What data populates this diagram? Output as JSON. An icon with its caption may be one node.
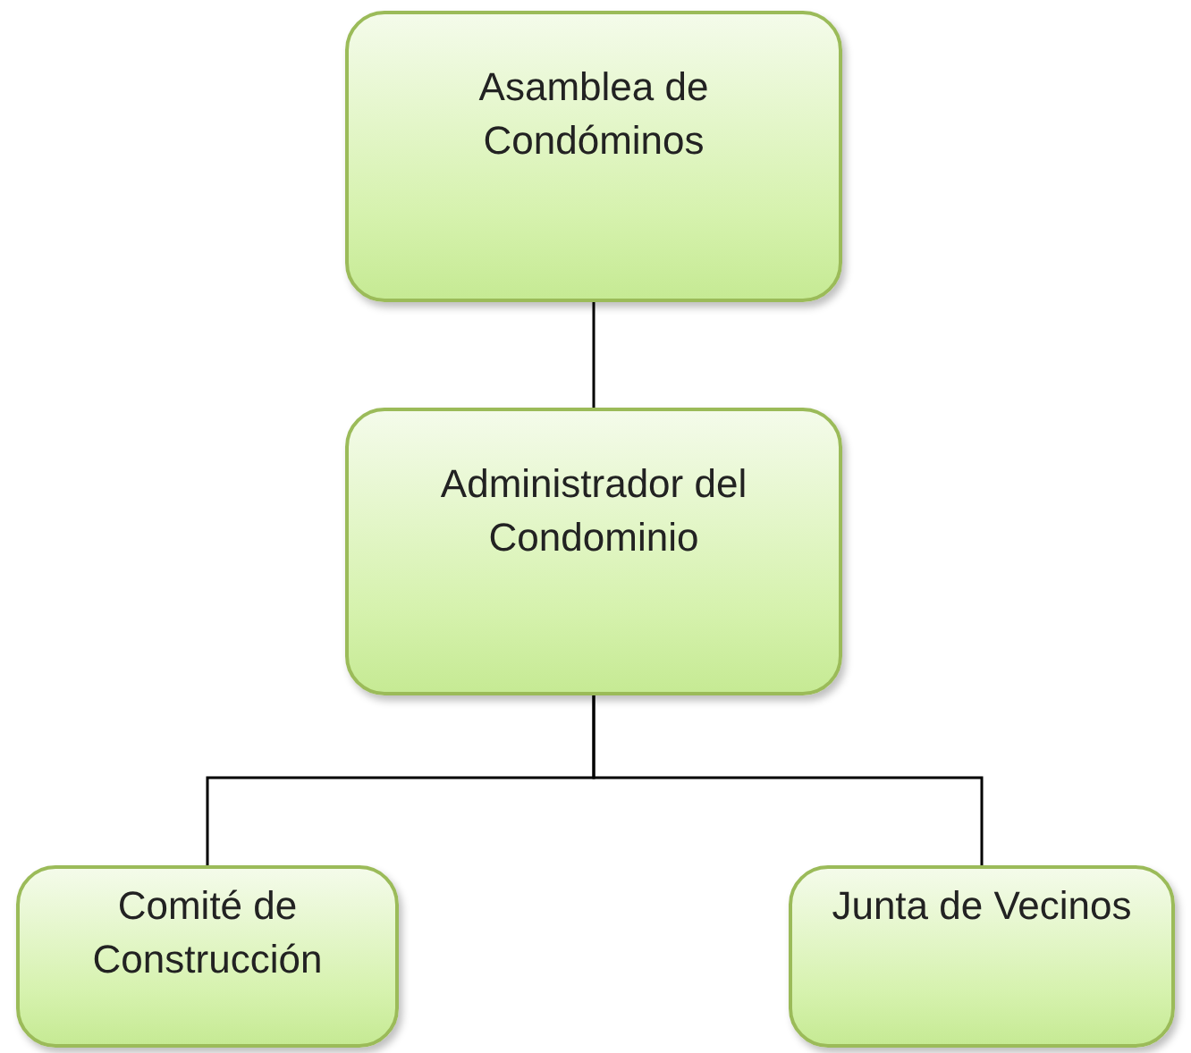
{
  "diagram": {
    "nodes": [
      {
        "text": [
          "Asamblea de Condóminos"
        ]
      },
      {
        "text": [
          "Administrador del Condominio"
        ]
      },
      {
        "text": [
          "Comité de Construcción"
        ]
      },
      {
        "text": [
          "Junta de Vecinos"
        ]
      }
    ],
    "edges": [
      {
        "from": 0,
        "to": 1,
        "arrow": "none"
      },
      {
        "from": 1,
        "to": 2,
        "arrow": "none"
      },
      {
        "from": 1,
        "to": 3,
        "arrow": "none"
      }
    ]
  }
}
